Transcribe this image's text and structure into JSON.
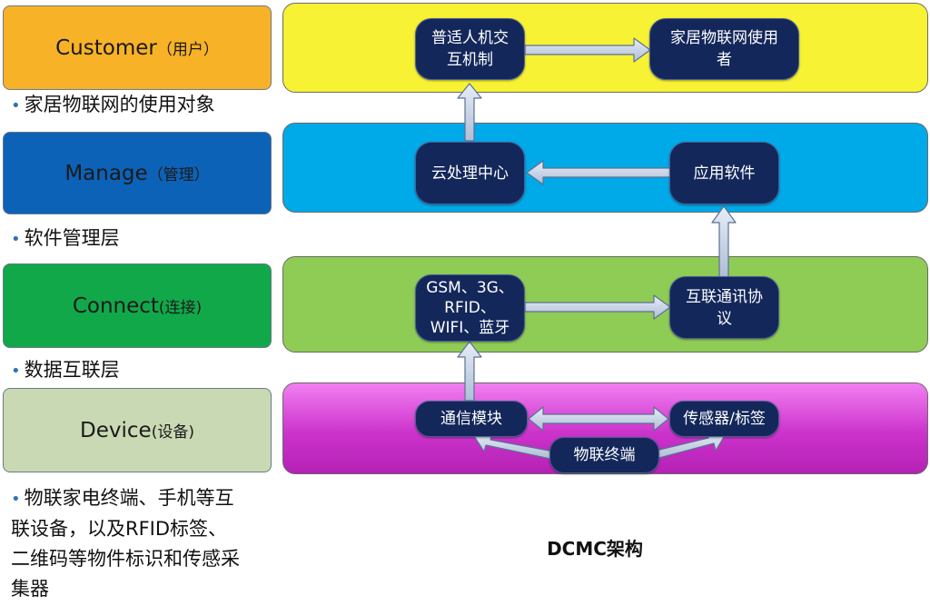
{
  "layers": [
    {
      "en": "Customer",
      "cn": "（用户）",
      "color": "#f8b227"
    },
    {
      "en": "Manage",
      "cn": "（管理）",
      "color": "#0c62b6"
    },
    {
      "en": "Connect",
      "cn": "(连接)",
      "color": "#11a84a"
    },
    {
      "en": "Device",
      "cn": "(设备)",
      "color": "#c9d9b3"
    }
  ],
  "descriptions": [
    [
      "家居物联网的使用对象"
    ],
    [
      "软件管理层"
    ],
    [
      "数据互联层"
    ],
    [
      "物联家电终端、手机等互",
      "联设备，以及RFID标签、",
      "二维码等物件标识和传感采",
      "集器"
    ]
  ],
  "bands": {
    "customer": "#f7f233",
    "manage": "#00a9e8",
    "connect": "#8fcc55",
    "device": "#cc33cc"
  },
  "nodes": {
    "hci": [
      "普适人机交",
      "互机制"
    ],
    "user": [
      "家居物联网使用",
      "者"
    ],
    "cloud": "云处理中心",
    "app": "应用软件",
    "network": [
      "GSM、3G、",
      "RFID、",
      "WIFI、蓝牙"
    ],
    "protocol": [
      "互联通讯协",
      "议"
    ],
    "comm": "通信模块",
    "sensor": "传感器/标签",
    "terminal": "物联终端"
  },
  "caption": "DCMC架构"
}
